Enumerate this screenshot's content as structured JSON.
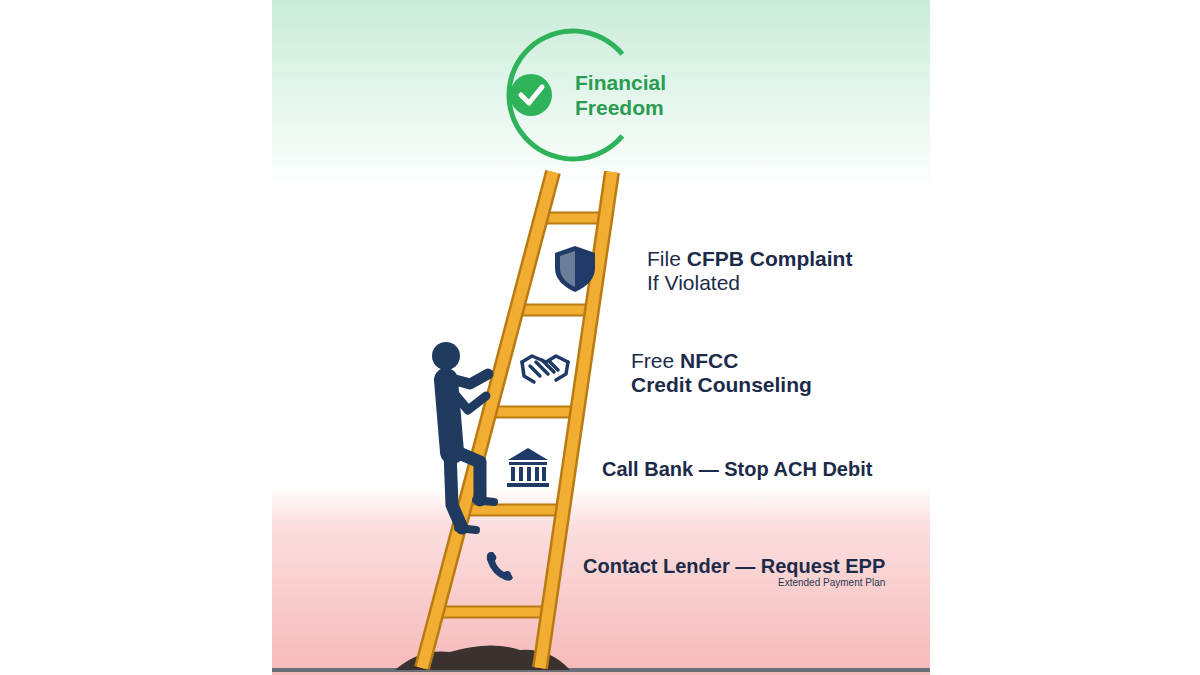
{
  "diagram": {
    "nodes": [
      {
        "text": [
          "Financial Freedom"
        ]
      }
    ],
    "labels": [
      "File",
      "CFPB Complaint",
      "If Violated",
      "Free",
      "NFCC",
      "Credit Counseling",
      "Call Bank — Stop ACH Debit",
      "Contact Lender — Request EPP",
      "Extended Payment Plan"
    ]
  }
}
